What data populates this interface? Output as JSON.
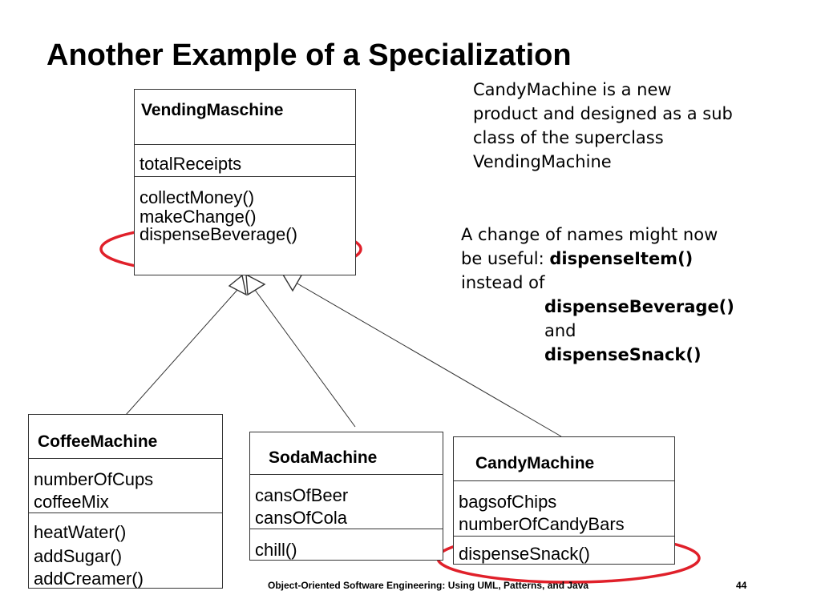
{
  "slide": {
    "title": "Another Example of a Specialization",
    "footer": "Object-Oriented Software Engineering: Using UML, Patterns, and Java",
    "page_number": "44"
  },
  "vending": {
    "name": "VendingMaschine",
    "attributes": [
      "totalReceipts"
    ],
    "operations": [
      "collectMoney()",
      "makeChange()",
      "dispenseBeverage()"
    ]
  },
  "coffee": {
    "name": "CoffeeMachine",
    "attributes": [
      "numberOfCups",
      "coffeeMix"
    ],
    "operations": [
      "heatWater()",
      "addSugar()",
      "addCreamer()"
    ]
  },
  "soda": {
    "name": "SodaMachine",
    "attributes": [
      "cansOfBeer",
      "cansOfCola"
    ],
    "operations": [
      "chill()"
    ]
  },
  "candy": {
    "name": "CandyMachine",
    "attributes": [
      "bagsofChips",
      "numberOfCandyBars"
    ],
    "operations": [
      "dispenseSnack()"
    ]
  },
  "note1": {
    "lines": [
      "CandyMachine is a new",
      "product and designed as a sub",
      "class of the superclass",
      "VendingMachine"
    ]
  },
  "note2": {
    "line1": "A change of names might now",
    "line2_prefix": "be useful: ",
    "line2_bold": "dispenseItem()",
    "line3": "instead of",
    "line4_bold": "dispenseBeverage()",
    "line5": "and",
    "line6_bold": "dispenseSnack()"
  },
  "colors": {
    "highlight": "#e0202a",
    "border": "#333333"
  }
}
